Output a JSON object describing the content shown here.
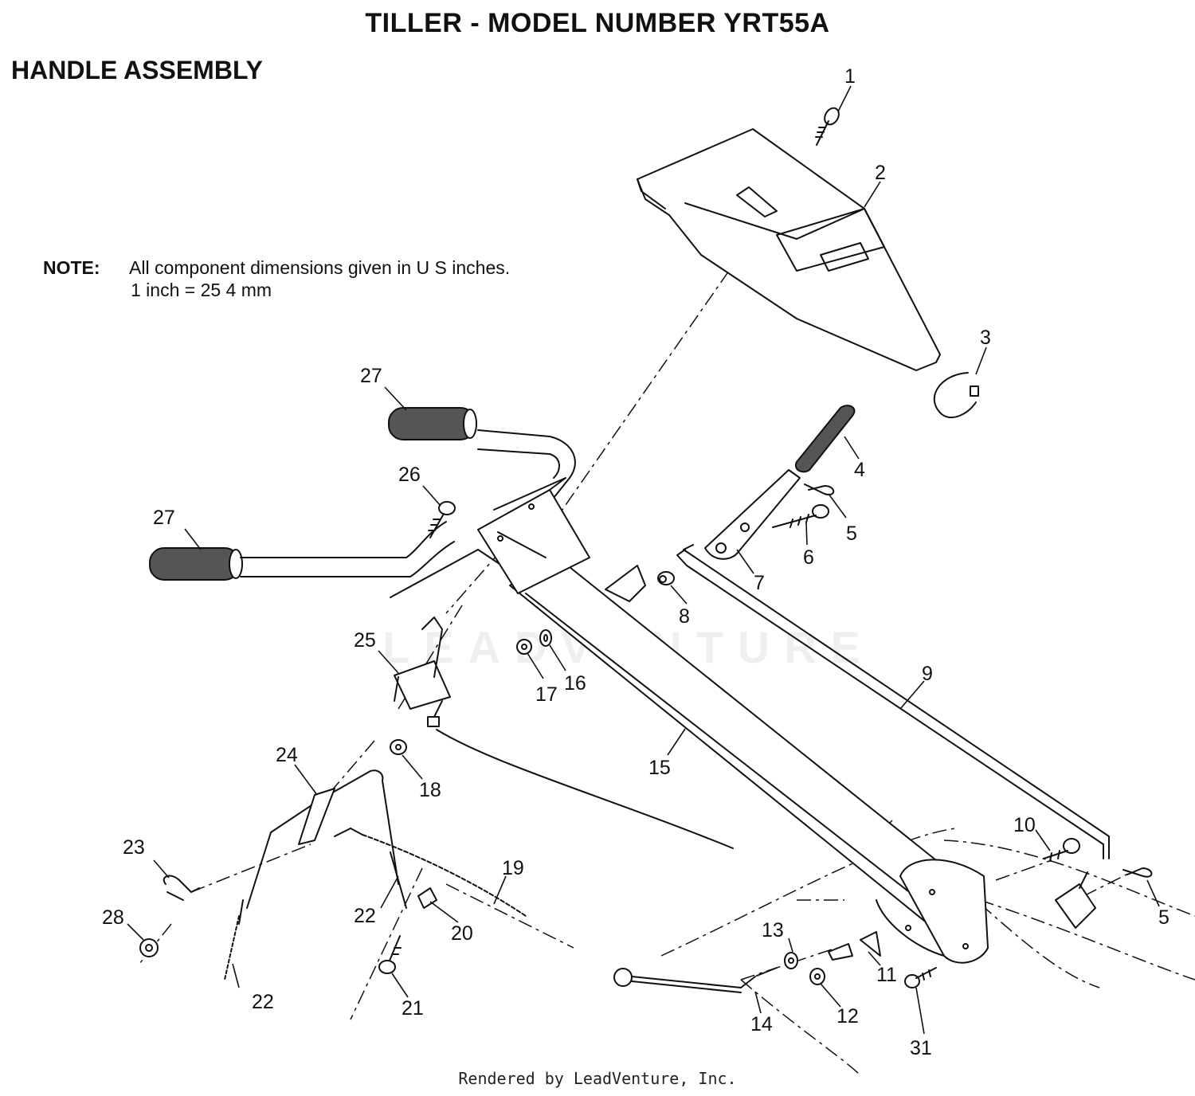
{
  "header": {
    "title": "TILLER - MODEL NUMBER YRT55A",
    "section": "HANDLE ASSEMBLY"
  },
  "note": {
    "label": "NOTE:",
    "line1": "All component dimensions given in U S  inches.",
    "line2": "1 inch = 25 4 mm"
  },
  "watermark": "LEADVENTURE",
  "footer": "Rendered by LeadVenture, Inc.",
  "callouts": [
    "1",
    "2",
    "3",
    "27",
    "4",
    "26",
    "5",
    "27",
    "6",
    "7",
    "8",
    "25",
    "17",
    "16",
    "9",
    "15",
    "24",
    "18",
    "23",
    "19",
    "10",
    "5",
    "28",
    "20",
    "22",
    "13",
    "11",
    "22",
    "21",
    "14",
    "12",
    "31"
  ]
}
